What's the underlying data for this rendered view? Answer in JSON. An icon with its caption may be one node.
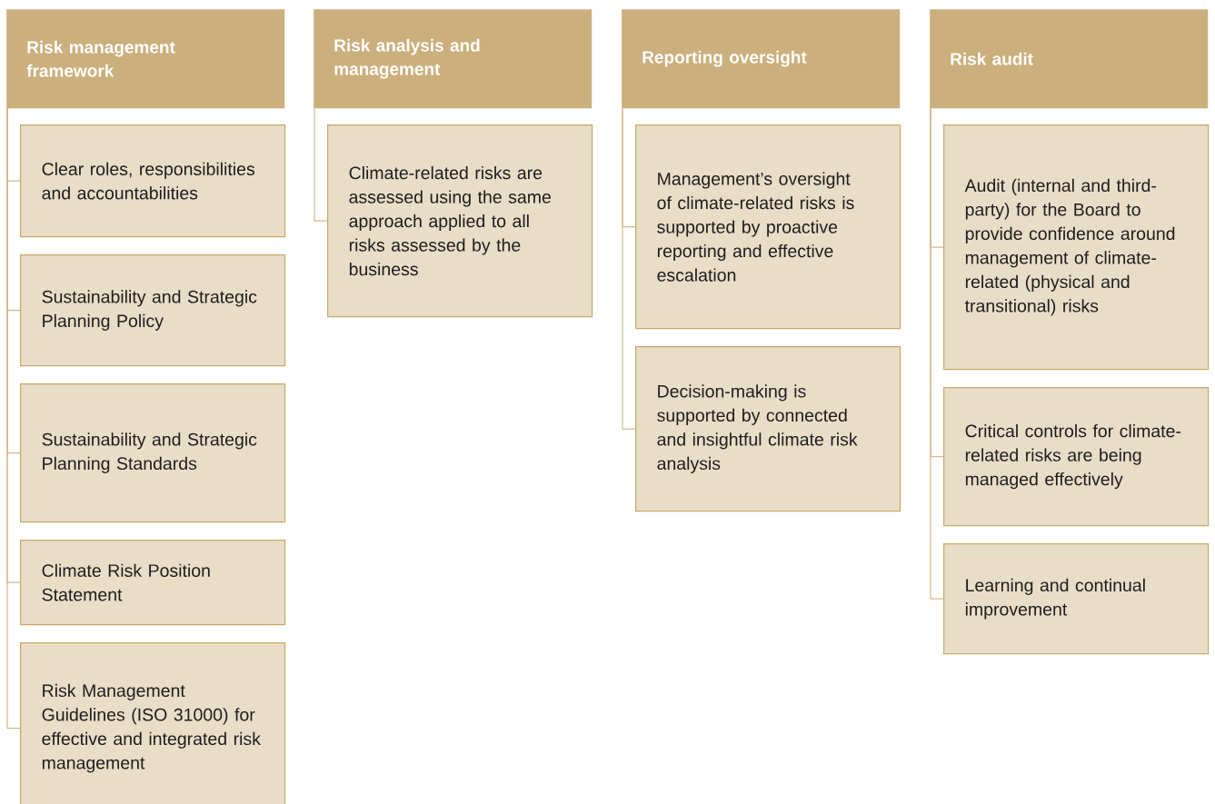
{
  "diagram": {
    "nodes": [
      {
        "text": [
          "Risk management framework"
        ]
      },
      {
        "text": [
          "Clear roles, responsibilities and accountabilities"
        ]
      },
      {
        "text": [
          "Sustainability and Strategic Planning Policy"
        ]
      },
      {
        "text": [
          "Sustainability and Strategic Planning Standards"
        ]
      },
      {
        "text": [
          "Climate Risk Position Statement"
        ]
      },
      {
        "text": [
          "Risk Management Guidelines (ISO 31000) for effective and integrated risk management"
        ]
      },
      {
        "text": [
          "Risk analysis and management"
        ]
      },
      {
        "text": [
          "Climate-related risks are assessed using the same approach applied to all risks assessed by the business"
        ]
      },
      {
        "text": [
          "Reporting oversight"
        ]
      },
      {
        "text": [
          "Management’s oversight of climate-related risks is supported by proactive reporting and effective escalation"
        ]
      },
      {
        "text": [
          "Decision-making is supported by connected and insightful climate risk analysis"
        ]
      },
      {
        "text": [
          "Risk audit"
        ]
      },
      {
        "text": [
          "Audit (internal and third-party) for the Board to provide confidence around management of climate-related (physical and transitional) risks"
        ]
      },
      {
        "text": [
          "Critical controls for climate-related risks are being managed effectively"
        ]
      },
      {
        "text": [
          "Learning and continual improvement"
        ]
      }
    ],
    "edges": [
      {
        "from": 0,
        "to": 1,
        "arrow": "none"
      },
      {
        "from": 0,
        "to": 2,
        "arrow": "none"
      },
      {
        "from": 0,
        "to": 3,
        "arrow": "none"
      },
      {
        "from": 0,
        "to": 4,
        "arrow": "none"
      },
      {
        "from": 0,
        "to": 5,
        "arrow": "none"
      },
      {
        "from": 6,
        "to": 7,
        "arrow": "none"
      },
      {
        "from": 8,
        "to": 9,
        "arrow": "none"
      },
      {
        "from": 8,
        "to": 10,
        "arrow": "none"
      },
      {
        "from": 11,
        "to": 12,
        "arrow": "none"
      },
      {
        "from": 11,
        "to": 13,
        "arrow": "none"
      },
      {
        "from": 11,
        "to": 14,
        "arrow": "none"
      }
    ]
  }
}
